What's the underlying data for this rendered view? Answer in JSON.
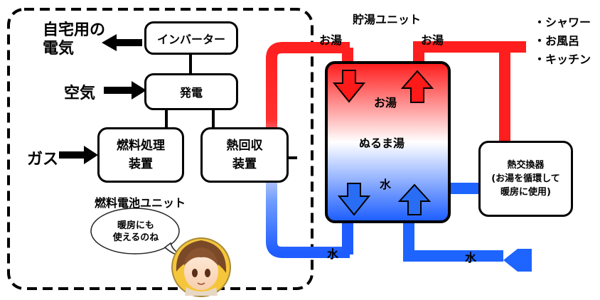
{
  "fuel_cell_unit": {
    "label": "燃料電池ユニット",
    "inverter": "インバーター",
    "power_generation": "発電",
    "fuel_processor": {
      "line1": "燃料処理",
      "line2": "装置"
    },
    "heat_recovery": {
      "line1": "熱回収",
      "line2": "装置"
    }
  },
  "inputs": {
    "air": "空気",
    "gas": "ガス",
    "home_electricity": {
      "line1": "自宅用の",
      "line2": "電気"
    }
  },
  "storage_unit": {
    "label": "貯湯ユニット",
    "tank_hot": "お湯",
    "tank_lukewarm": "ぬるま湯",
    "tank_water": "水"
  },
  "pipes": {
    "hot_left": "お湯",
    "hot_right": "お湯",
    "water_bottom_left": "水",
    "water_inlet": "水"
  },
  "uses": [
    "・シャワー",
    "・お風呂",
    "・キッチン"
  ],
  "heat_exchanger": {
    "line1": "熱交換器",
    "line2": "(お湯を循環して",
    "line3": "暖房に使用)"
  },
  "speech_bubble": {
    "line1": "暖房にも",
    "line2": "使えるのね"
  },
  "colors": {
    "hot": "#ff1e1e",
    "cold": "#1e64ff",
    "arrow_red": "#ff1a1a",
    "arrow_blue": "#2a6df5"
  }
}
